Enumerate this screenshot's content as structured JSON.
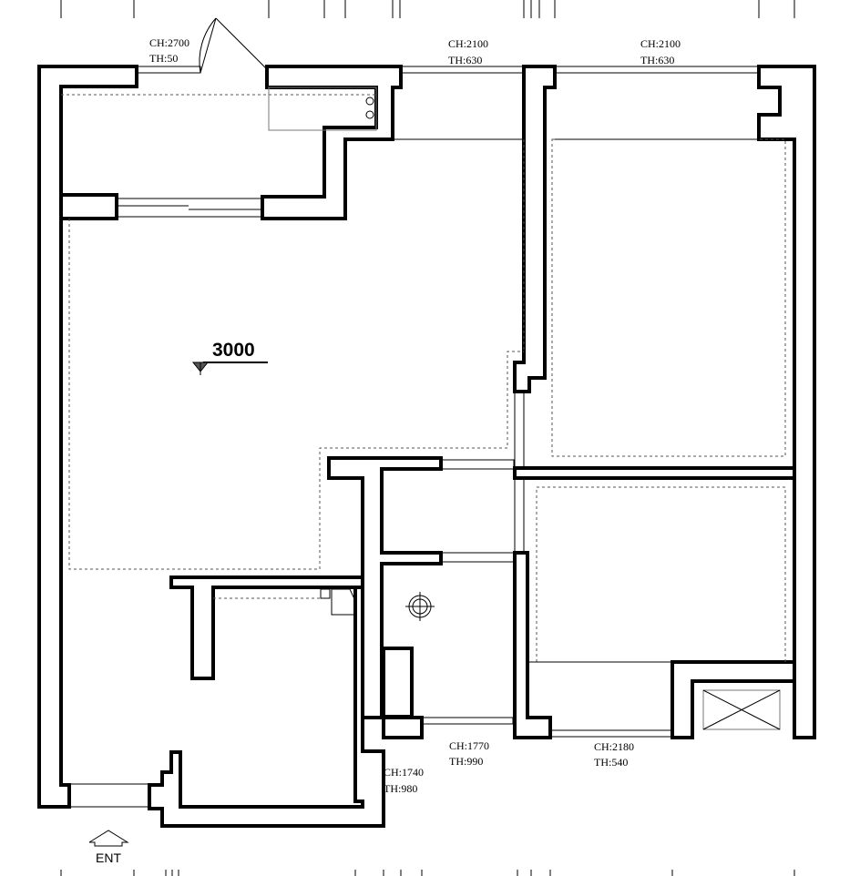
{
  "level": {
    "value": "3000"
  },
  "openings": [
    {
      "ch": "CH:2700",
      "th": "TH:50"
    },
    {
      "ch": "CH:2100",
      "th": "TH:630"
    },
    {
      "ch": "CH:2100",
      "th": "TH:630"
    },
    {
      "ch": "CH:1770",
      "th": "TH:990"
    },
    {
      "ch": "CH:2180",
      "th": "TH:540"
    },
    {
      "ch": "CH:1740",
      "th": "TH:980"
    }
  ],
  "entrance": {
    "label": "ENT"
  }
}
